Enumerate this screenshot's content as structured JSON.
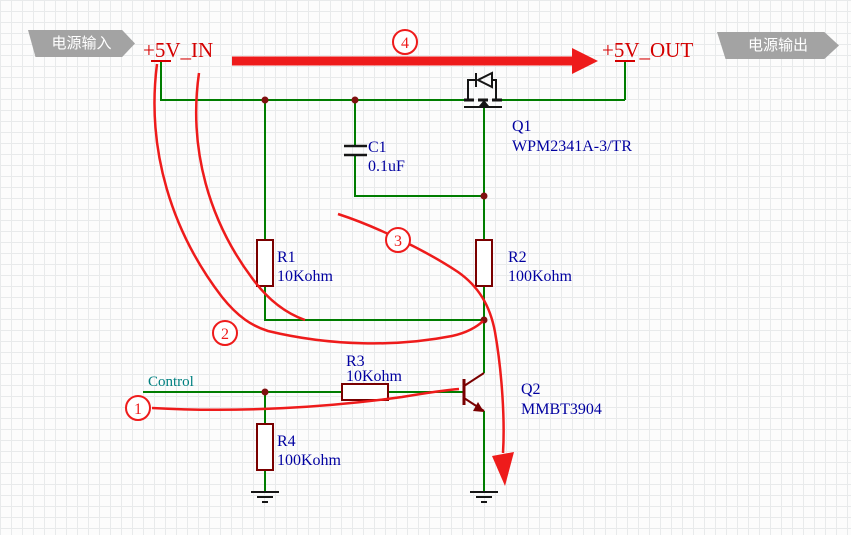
{
  "banners": {
    "input": "电源输入",
    "output": "电源输出"
  },
  "power": {
    "vin": "+5V_IN",
    "vout": "+5V_OUT"
  },
  "nets": {
    "control": "Control"
  },
  "components": {
    "q1": {
      "designator": "Q1",
      "value": "WPM2341A-3/TR"
    },
    "q2": {
      "designator": "Q2",
      "value": "MMBT3904"
    },
    "c1": {
      "designator": "C1",
      "value": "0.1uF"
    },
    "r1": {
      "designator": "R1",
      "value": "10Kohm"
    },
    "r2": {
      "designator": "R2",
      "value": "100Kohm"
    },
    "r3": {
      "designator": "R3",
      "value": "10Kohm"
    },
    "r4": {
      "designator": "R4",
      "value": "100Kohm"
    }
  },
  "annotations": {
    "step1": "1",
    "step2": "2",
    "step3": "3",
    "step4": "4"
  },
  "colors": {
    "wire": "#007d00",
    "component": "#7a0000",
    "component_dark": "#151515",
    "junction_dot": "#801010",
    "annotation_red": "#ee1b1b",
    "power_text": "#d40000",
    "designator_text": "#0000a0",
    "net_label_text": "#008080",
    "banner_bg": "#a3a3a3",
    "banner_text": "#ffffff"
  }
}
